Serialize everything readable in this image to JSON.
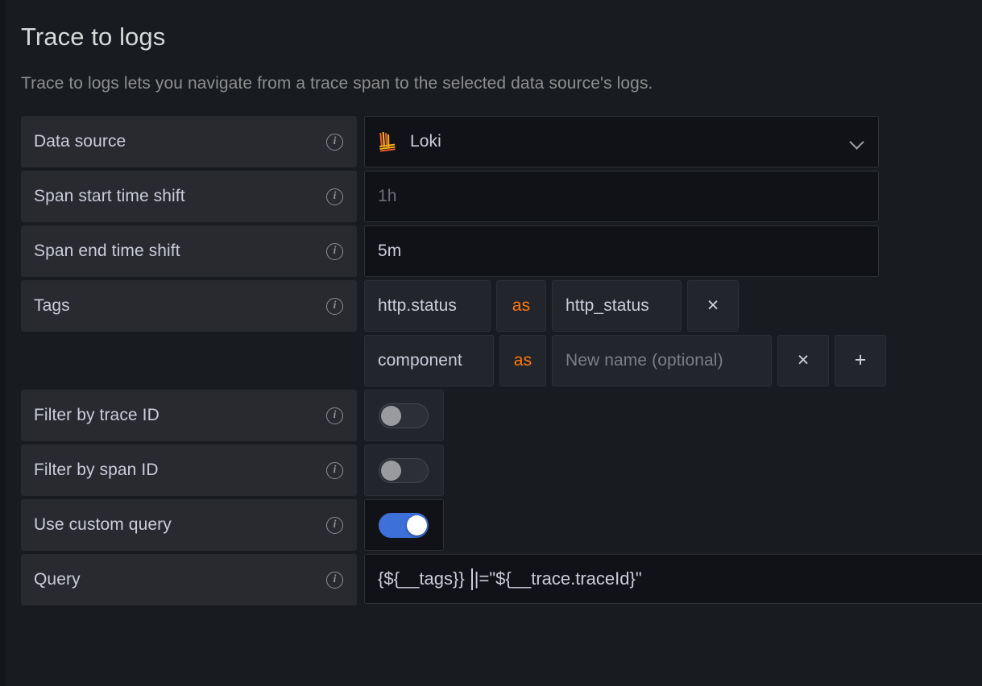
{
  "page": {
    "title": "Trace to logs",
    "description": "Trace to logs lets you navigate from a trace span to the selected data source's logs.",
    "accent_orange": "#ff780a",
    "accent_blue": "#3d71d9",
    "background": "#181b1f",
    "label_background": "#282a30",
    "input_background": "#111217"
  },
  "info_icon_glyph": "i",
  "fields": {
    "data_source": {
      "label": "Data source",
      "info": "i",
      "icon": "loki-logo-icon",
      "value": "Loki",
      "chevron": "chevron-down-icon"
    },
    "span_start_time_shift": {
      "label": "Span start time shift",
      "info": "i",
      "value": "",
      "placeholder": "1h"
    },
    "span_end_time_shift": {
      "label": "Span end time shift",
      "info": "i",
      "value": "5m",
      "placeholder": "1h"
    },
    "tags": {
      "label": "Tags",
      "info": "i",
      "as_label": "as",
      "remove_glyph": "×",
      "add_glyph": "+",
      "rows": [
        {
          "key": "http.status",
          "as": "as",
          "value": "http_status",
          "value_placeholder": "New name (optional)",
          "has_add": false
        },
        {
          "key": "component",
          "as": "as",
          "value": "",
          "value_placeholder": "New name (optional)",
          "has_add": true
        }
      ]
    },
    "filter_by_trace_id": {
      "label": "Filter by trace ID",
      "info": "i",
      "enabled": false
    },
    "filter_by_span_id": {
      "label": "Filter by span ID",
      "info": "i",
      "enabled": false
    },
    "use_custom_query": {
      "label": "Use custom query",
      "info": "i",
      "enabled": true
    },
    "query": {
      "label": "Query",
      "info": "i",
      "value_before_caret": "{${__tags}} ",
      "value_after_caret": "|=\"${__trace.traceId}\"",
      "full_value": "{${__tags}} |=\"${__trace.traceId}\""
    }
  }
}
